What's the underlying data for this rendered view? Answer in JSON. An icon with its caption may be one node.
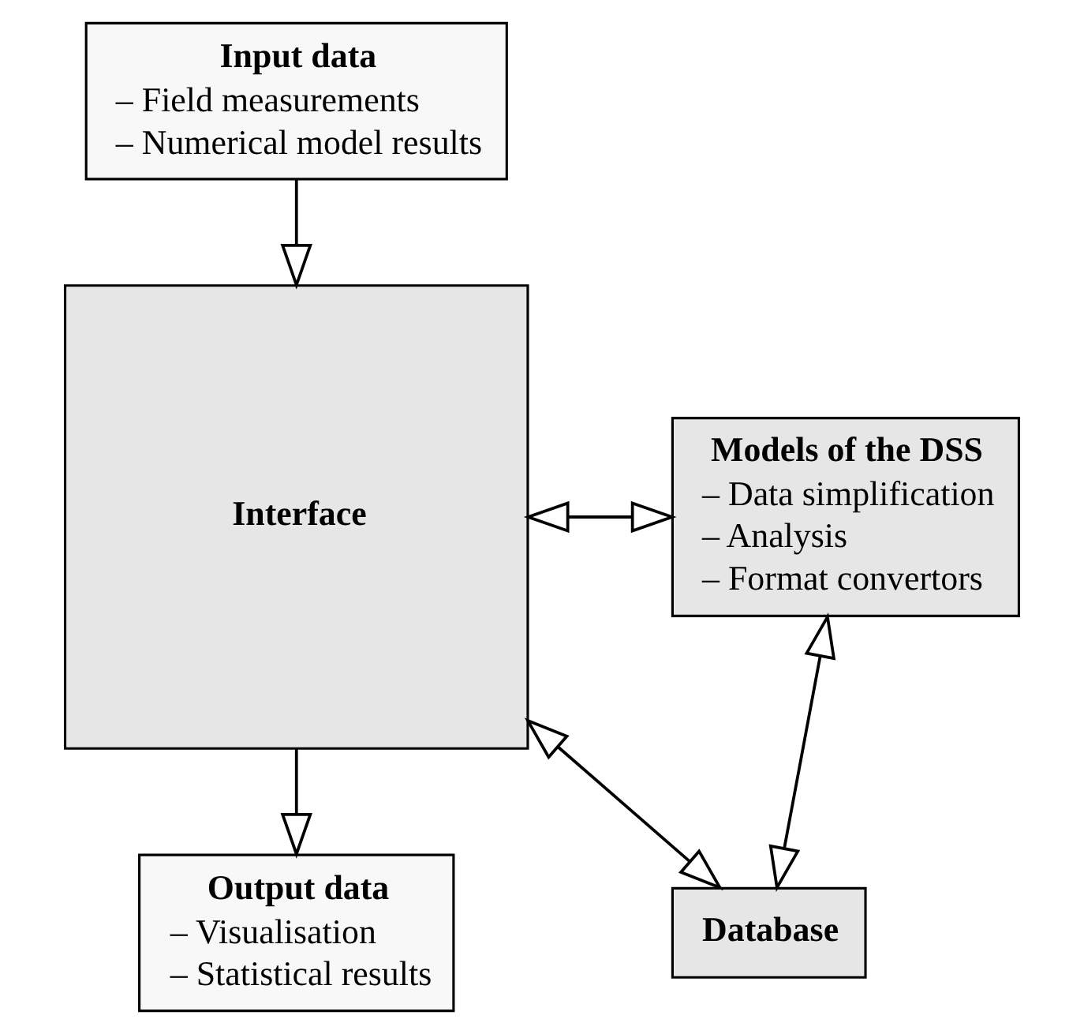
{
  "diagram": {
    "nodes": [
      {
        "text": [
          "Input data",
          "– Field measurements",
          "– Numerical model results"
        ]
      },
      {
        "text": [
          "Interface"
        ]
      },
      {
        "text": [
          "Models of the DSS",
          "– Data simplification",
          "– Analysis",
          "– Format convertors"
        ]
      },
      {
        "text": [
          "Database"
        ]
      },
      {
        "text": [
          "Output data",
          "– Visualisation",
          "– Statistical results"
        ]
      }
    ],
    "edges": [
      {
        "from": 0,
        "to": 1,
        "arrow": "to"
      },
      {
        "from": 1,
        "to": 2,
        "arrow": "both"
      },
      {
        "from": 2,
        "to": 3,
        "arrow": "both"
      },
      {
        "from": 1,
        "to": 3,
        "arrow": "both"
      },
      {
        "from": 1,
        "to": 4,
        "arrow": "to"
      }
    ]
  }
}
